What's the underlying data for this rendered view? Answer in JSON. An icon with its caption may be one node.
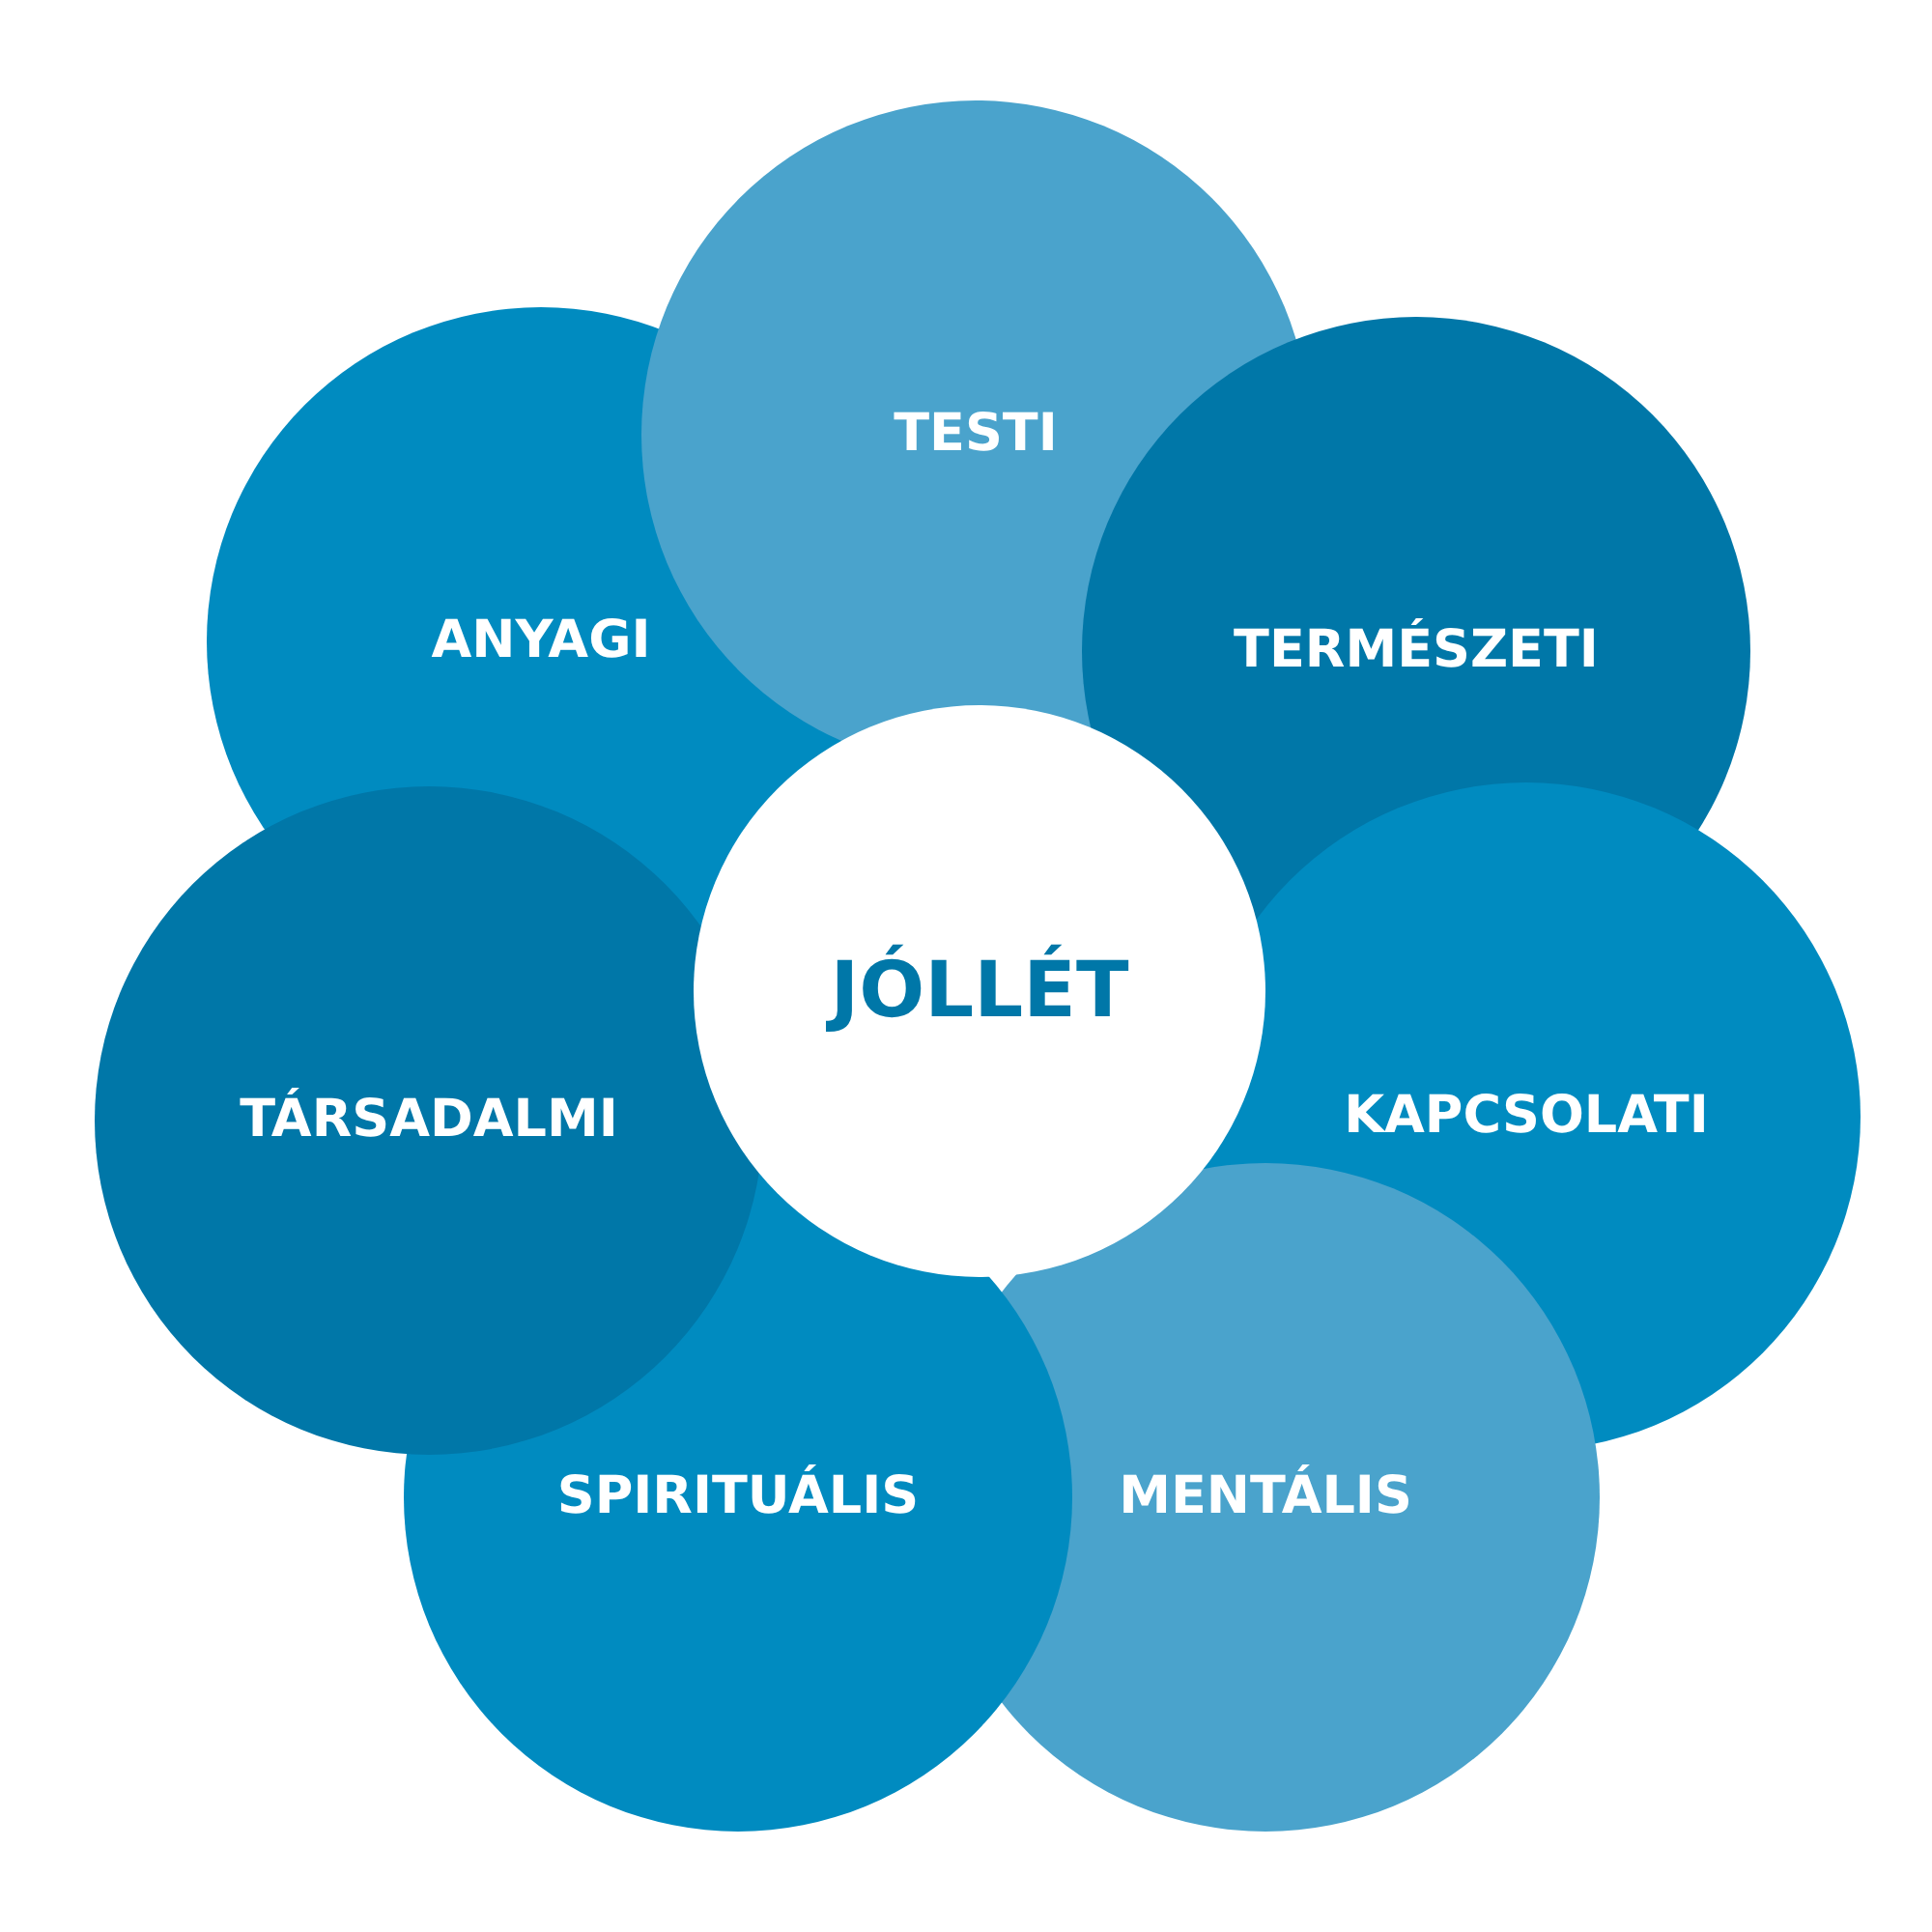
{
  "diagram": {
    "nodes": [
      {
        "text": [
          "JÓLLÉT"
        ]
      },
      {
        "text": [
          "TESTI"
        ]
      },
      {
        "text": [
          "TERMÉSZETI"
        ]
      },
      {
        "text": [
          "KAPCSOLATI"
        ]
      },
      {
        "text": [
          "MENTÁLIS"
        ]
      },
      {
        "text": [
          "SPIRITUÁLIS"
        ]
      },
      {
        "text": [
          "TÁRSADALMI"
        ]
      },
      {
        "text": [
          "ANYAGI"
        ]
      }
    ],
    "edges": []
  }
}
